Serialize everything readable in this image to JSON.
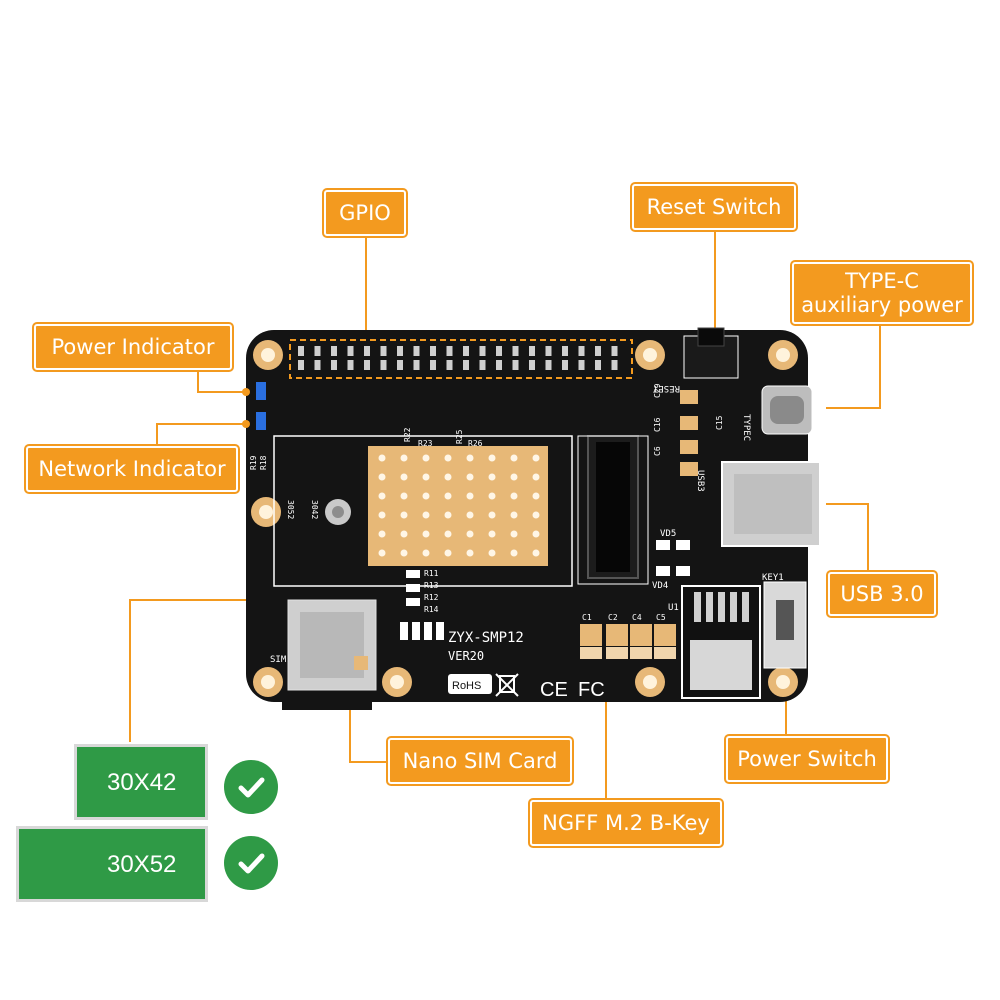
{
  "callouts": {
    "gpio": "GPIO",
    "reset_switch": "Reset Switch",
    "typec_line1": "TYPE-C",
    "typec_line2": "auxiliary power",
    "power_indicator": "Power Indicator",
    "network_indicator": "Network Indicator",
    "usb3": "USB 3.0",
    "nano_sim": "Nano SIM Card",
    "power_switch": "Power Switch",
    "ngff": "NGFF M.2 B-Key"
  },
  "board": {
    "model": "ZYX-SMP12",
    "version": "VER20",
    "rohs": "RoHS",
    "ce": "CE",
    "fc": "FC",
    "sim": "SIM",
    "usb3": "USB3",
    "typec": "TYPEC",
    "reset": "RESET",
    "key1": "KEY1",
    "size_3042": "3042",
    "size_3052": "3052",
    "caps": [
      "C1",
      "C2",
      "C4",
      "C5"
    ],
    "caps_right": [
      "C29",
      "C16",
      "C6",
      "C15"
    ],
    "u1": "U1",
    "vd5": "VD5",
    "vd4": "VD4",
    "r_labels": [
      "R11",
      "R13",
      "R12",
      "R14"
    ],
    "r_top": [
      "R22",
      "R23",
      "R26",
      "R25"
    ],
    "r_left": [
      "R19",
      "R18"
    ]
  },
  "modules": [
    {
      "label": "30X42",
      "checked": true
    },
    {
      "label": "30X52",
      "checked": true
    }
  ],
  "colors": {
    "accent": "#f39a1f",
    "board": "#141414",
    "module": "#2f9a46",
    "gold": "#e7b877"
  }
}
